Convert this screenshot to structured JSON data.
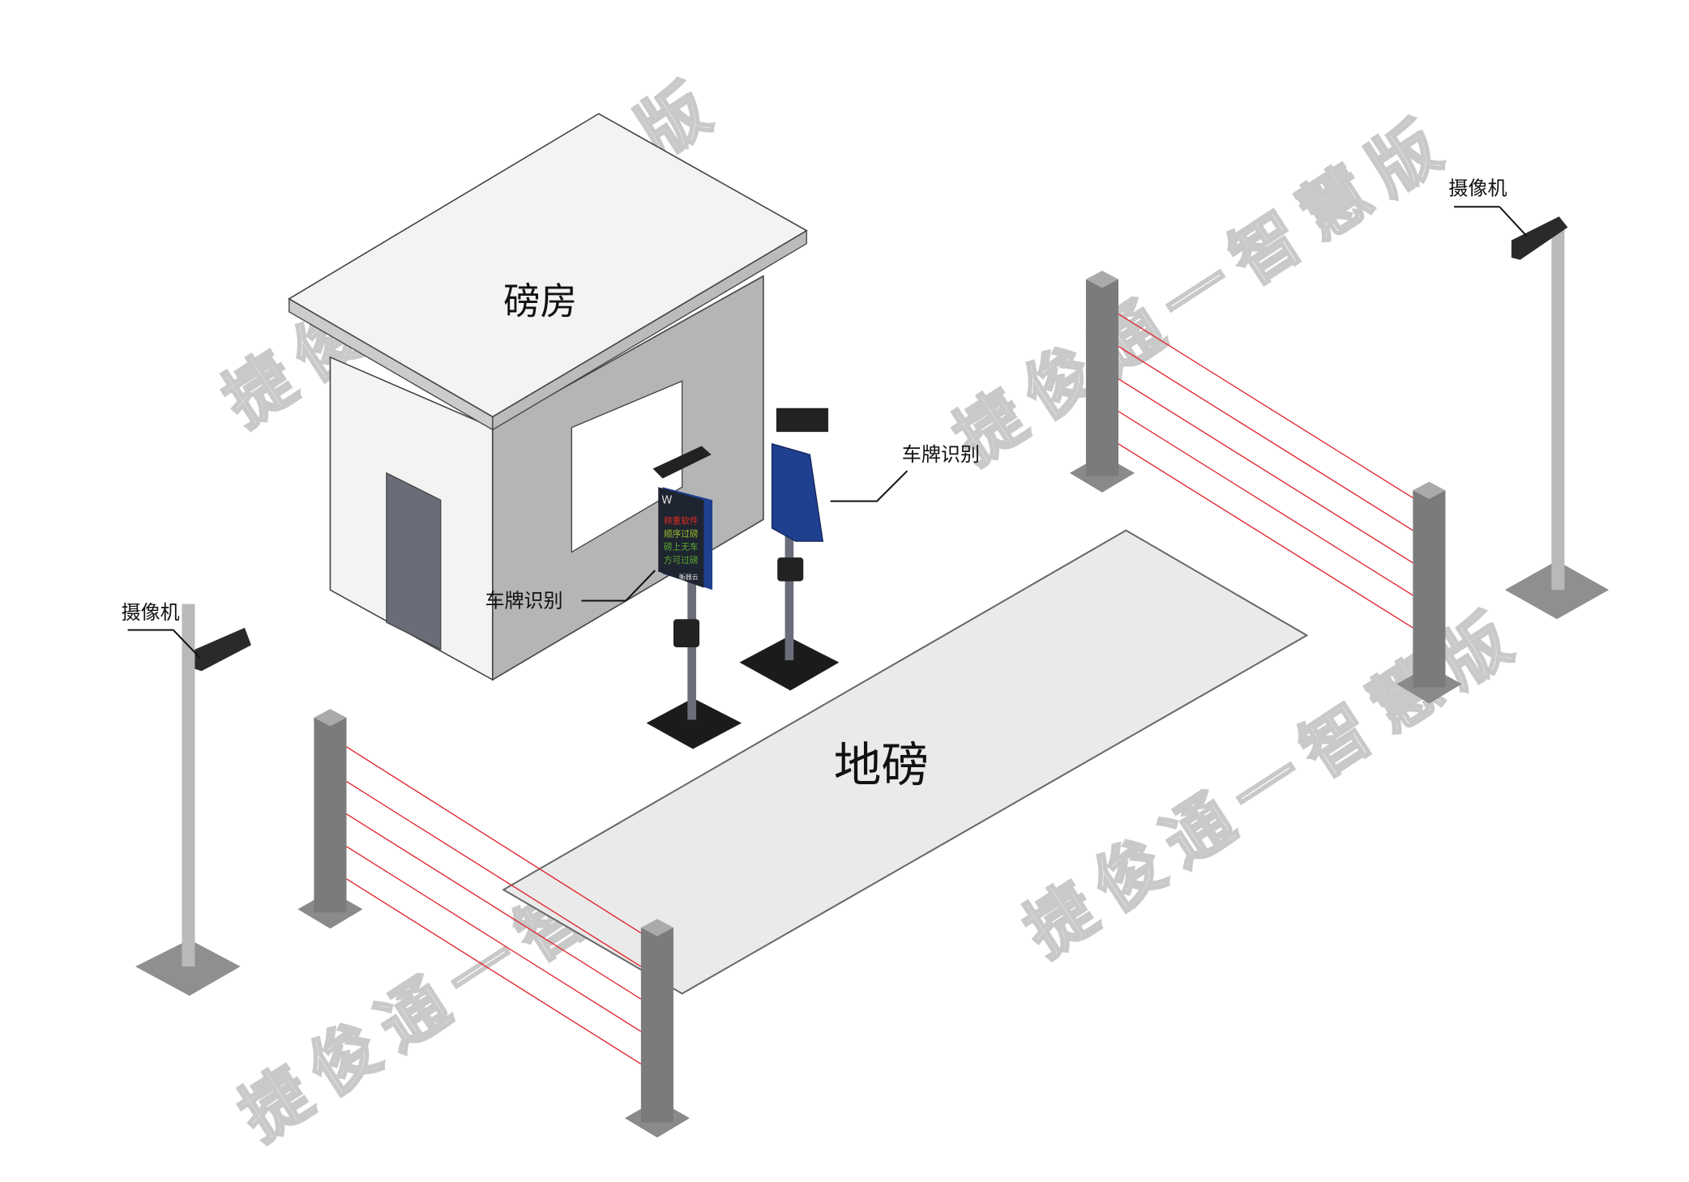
{
  "labels": {
    "booth": "磅房",
    "weighbridge": "地磅",
    "plate_recognition_right": "车牌识别",
    "plate_recognition_left": "车牌识别",
    "camera_right": "摄像机",
    "camera_left": "摄像机"
  },
  "display": {
    "brand": "W",
    "lines": [
      "称重软件",
      "顺序过磅",
      "磅上无车",
      "方可过磅"
    ],
    "footer": "衡器云"
  },
  "watermark": "捷俊通一智慧版",
  "colors": {
    "laser": "#e0242a",
    "post": "#7b7b7b",
    "panel": "#1f3f8f"
  }
}
